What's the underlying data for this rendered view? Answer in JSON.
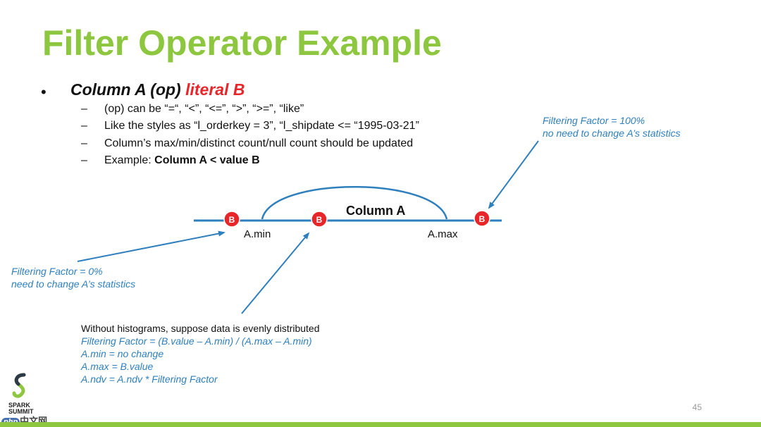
{
  "title": "Filter Operator Example",
  "main_bullet": {
    "bullet": "•",
    "part1": "Column A (op) ",
    "part2": "literal B"
  },
  "sub_bullets": [
    {
      "dash": "–",
      "text": "(op) can be “=“, “<”, “<=”, “>”, “>=”, “like”"
    },
    {
      "dash": "–",
      "text": "Like the styles as “l_orderkey = 3”, “l_shipdate <= “1995-03-21”"
    },
    {
      "dash": "–",
      "text": "Column’s max/min/distinct  count/null count should be updated"
    },
    {
      "dash": "–",
      "text": "Example:   ",
      "bold": "Column A < value B"
    }
  ],
  "diagram": {
    "column_label": "Column A",
    "min_label": "A.min",
    "max_label": "A.max",
    "marker_label": "B",
    "colors": {
      "line": "#2f7fbd",
      "marker": "#e8262a",
      "arrow": "#2f7fbd"
    }
  },
  "notes": {
    "right": [
      "Filtering Factor = 100%",
      "no need to change A’s statistics"
    ],
    "left": [
      "Filtering Factor = 0%",
      "need to change A’s statistics"
    ],
    "bottom_plain": "Without histograms, suppose data is evenly distributed",
    "bottom_lines": [
      "Filtering Factor = (B.value – A.min) / (A.max – A.min)",
      "A.min = no change",
      "A.max = B.value",
      "A.ndv = A.ndv * Filtering Factor"
    ]
  },
  "logo": {
    "line1": "SPARK",
    "line2": "SUMMIT"
  },
  "page_number": "45",
  "watermark": {
    "badge": "php",
    "text": "中文网"
  },
  "theme": {
    "title_color": "#8dc63f",
    "note_color": "#2f7fbd",
    "accent_red": "#e8262a"
  }
}
